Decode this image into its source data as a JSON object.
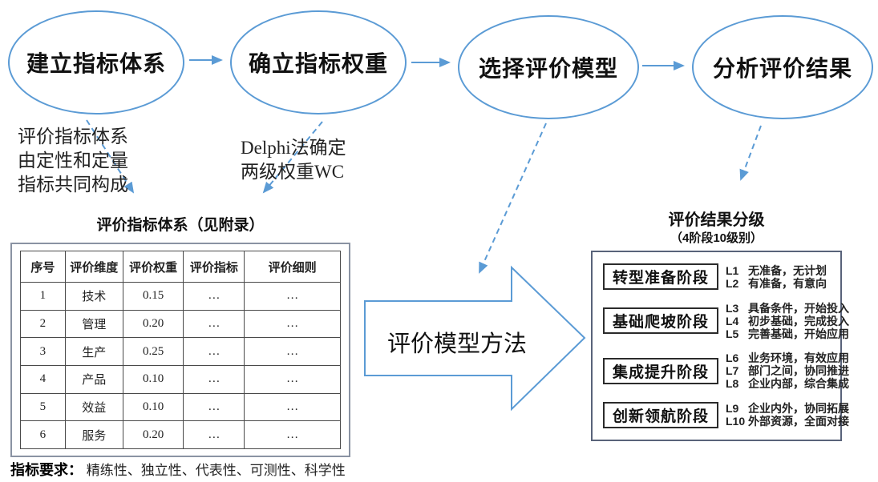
{
  "colors": {
    "accent_blue": "#5b9bd5",
    "table_frame_gray": "#8a93a3",
    "grading_box_navy": "#59637a"
  },
  "flow": {
    "steps": [
      {
        "label": "建立指标体系"
      },
      {
        "label": "确立指标权重"
      },
      {
        "label": "选择评价模型"
      },
      {
        "label": "分析评价结果"
      }
    ],
    "annotations": [
      {
        "lines": [
          "评价指标体系",
          "由定性和定量",
          "指标共同构成"
        ]
      },
      {
        "lines": [
          "Delphi法确定",
          "两级权重WC"
        ]
      }
    ]
  },
  "big_arrow": {
    "label": "评价模型方法"
  },
  "table_section": {
    "title": "评价指标体系（见附录）",
    "columns": [
      "序号",
      "评价维度",
      "评价权重",
      "评价指标",
      "评价细则"
    ],
    "rows": [
      [
        "1",
        "技术",
        "0.15",
        "…",
        "…"
      ],
      [
        "2",
        "管理",
        "0.20",
        "…",
        "…"
      ],
      [
        "3",
        "生产",
        "0.25",
        "…",
        "…"
      ],
      [
        "4",
        "产品",
        "0.10",
        "…",
        "…"
      ],
      [
        "5",
        "效益",
        "0.10",
        "…",
        "…"
      ],
      [
        "6",
        "服务",
        "0.20",
        "…",
        "…"
      ]
    ],
    "footer_label": "指标要求：",
    "footer_text": "精练性、独立性、代表性、可测性、科学性"
  },
  "grading": {
    "title": "评价结果分级",
    "subtitle": "（4阶段10级别）",
    "stages": [
      {
        "name": "转型准备阶段",
        "levels": [
          {
            "code": "L1",
            "text": "无准备，无计划"
          },
          {
            "code": "L2",
            "text": "有准备，有意向"
          }
        ]
      },
      {
        "name": "基础爬坡阶段",
        "levels": [
          {
            "code": "L3",
            "text": "具备条件，开始投入"
          },
          {
            "code": "L4",
            "text": "初步基础，完成投入"
          },
          {
            "code": "L5",
            "text": "完善基础，开始应用"
          }
        ]
      },
      {
        "name": "集成提升阶段",
        "levels": [
          {
            "code": "L6",
            "text": "业务环境，有效应用"
          },
          {
            "code": "L7",
            "text": "部门之间，协同推进"
          },
          {
            "code": "L8",
            "text": "企业内部，综合集成"
          }
        ]
      },
      {
        "name": "创新领航阶段",
        "levels": [
          {
            "code": "L9",
            "text": "企业内外，协同拓展"
          },
          {
            "code": "L10",
            "text": "外部资源，全面对接"
          }
        ]
      }
    ]
  }
}
